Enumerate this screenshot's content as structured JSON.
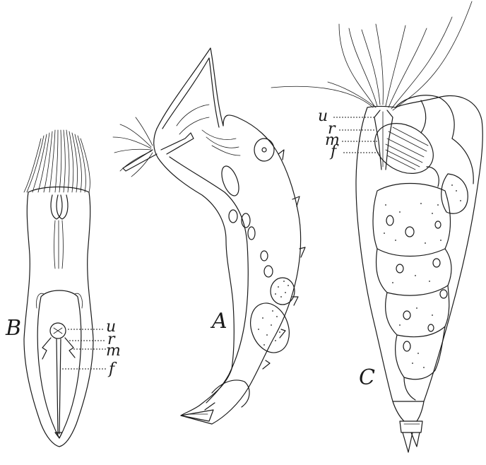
{
  "figure_labels": {
    "A": "A",
    "B": "B",
    "C": "C"
  },
  "part_labels_B": {
    "u": "u",
    "r": "r",
    "m": "m",
    "f": "f"
  },
  "part_labels_C": {
    "u": "u",
    "r": "r",
    "m": "m",
    "f": "f"
  },
  "colors": {
    "ink": "#1a1a1a",
    "paper": "#ffffff"
  }
}
